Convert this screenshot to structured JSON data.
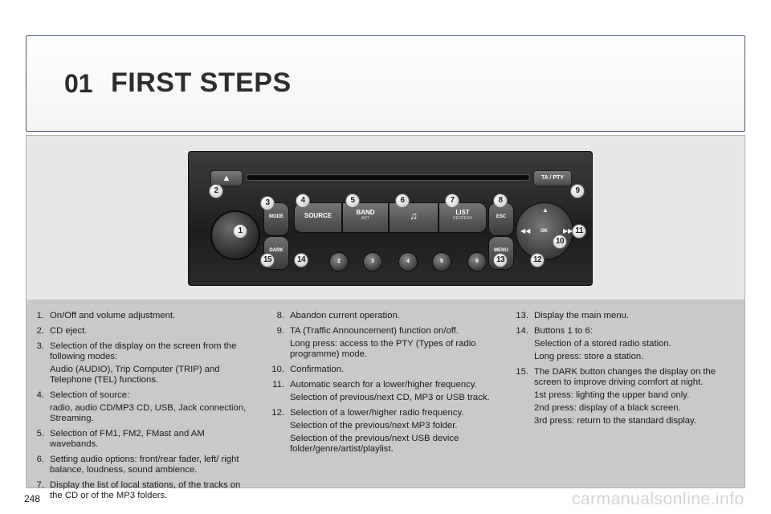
{
  "header": {
    "chapter_number": "01",
    "title": "FIRST STEPS"
  },
  "radio": {
    "eject_symbol": "▲",
    "ta_label": "TA / PTY",
    "mode_label": "MODE",
    "dark_label": "DARK",
    "source_label": "SOURCE",
    "band_label": "BAND",
    "band_sub": "AST",
    "music_symbol": "♫",
    "list_label": "LIST",
    "list_sub": "REFRESH",
    "esc_label": "ESC",
    "menu_label": "MENU",
    "ok_label": "OK",
    "dpad_up": "▲",
    "dpad_left": "◀◀",
    "dpad_right": "▶▶",
    "presets": [
      "2",
      "3",
      "4",
      "5",
      "6"
    ]
  },
  "callouts": [
    "1",
    "2",
    "3",
    "4",
    "5",
    "6",
    "7",
    "8",
    "9",
    "10",
    "11",
    "12",
    "13",
    "14",
    "15"
  ],
  "col1": [
    {
      "n": "1.",
      "lines": [
        "On/Off and volume adjustment."
      ]
    },
    {
      "n": "2.",
      "lines": [
        "CD eject."
      ]
    },
    {
      "n": "3.",
      "lines": [
        "Selection of the display on the screen from the following modes:",
        "Audio (AUDIO), Trip Computer (TRIP) and Telephone (TEL) functions."
      ]
    },
    {
      "n": "4.",
      "lines": [
        "Selection of source:",
        "radio, audio CD/MP3 CD, USB, Jack connection, Streaming."
      ]
    },
    {
      "n": "5.",
      "lines": [
        "Selection of FM1, FM2, FMast and AM wavebands."
      ]
    },
    {
      "n": "6.",
      "lines": [
        "Setting audio options: front/rear fader, left/ right balance, loudness, sound ambience."
      ]
    },
    {
      "n": "7.",
      "lines": [
        "Display the list of local stations, of the tracks on the CD or of the MP3 folders."
      ]
    }
  ],
  "col2": [
    {
      "n": "8.",
      "lines": [
        "Abandon current operation."
      ]
    },
    {
      "n": "9.",
      "lines": [
        "TA (Traffic Announcement) function on/off.",
        "Long press: access to the PTY (Types of radio programme) mode."
      ]
    },
    {
      "n": "10.",
      "lines": [
        "Confirmation."
      ]
    },
    {
      "n": "11.",
      "lines": [
        "Automatic search for a lower/higher frequency.",
        "Selection of previous/next CD, MP3 or USB track."
      ]
    },
    {
      "n": "12.",
      "lines": [
        "Selection of a lower/higher radio frequency.",
        "Selection of the previous/next MP3 folder.",
        "Selection of the previous/next USB device folder/genre/artist/playlist."
      ]
    }
  ],
  "col3": [
    {
      "n": "13.",
      "lines": [
        "Display the main menu."
      ]
    },
    {
      "n": "14.",
      "lines": [
        "Buttons 1 to 6:",
        "Selection of a stored radio station.",
        "Long press: store a station."
      ]
    },
    {
      "n": "15.",
      "lines": [
        "The DARK button changes the display on the screen to improve driving comfort at night.",
        "1st press: lighting the upper band only.",
        "2nd press: display of a black screen.",
        "3rd press: return to the standard display."
      ]
    }
  ],
  "page_number": "248",
  "watermark": "carmanualsonline.info"
}
